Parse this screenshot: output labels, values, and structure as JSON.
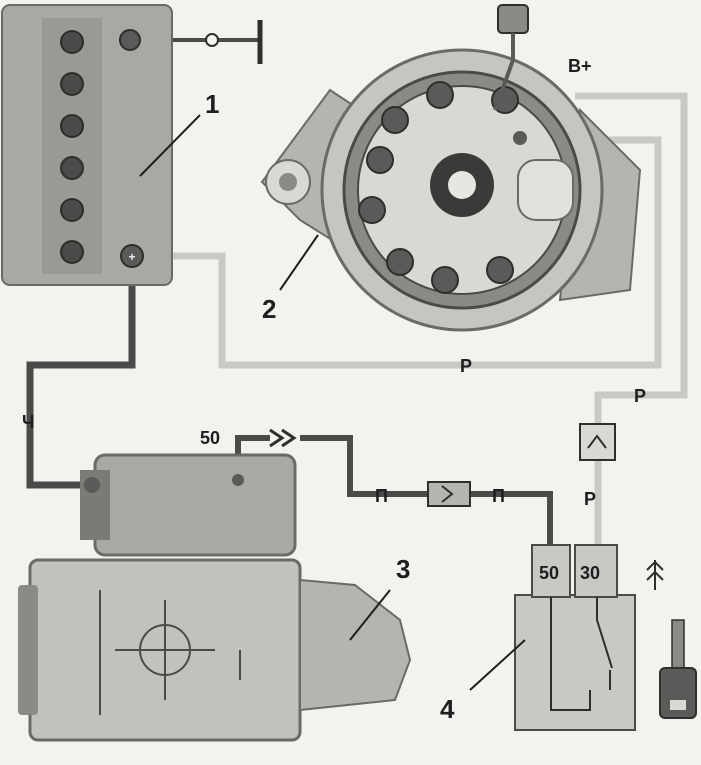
{
  "callouts": {
    "battery": "1",
    "generator": "2",
    "starter": "3",
    "relay": "4"
  },
  "terminals": {
    "generator_output": "В+",
    "starter_control": "50",
    "relay_left": "50",
    "relay_right": "30"
  },
  "wire_colors": {
    "battery_to_starter": "Ч",
    "battery_to_generator": "Р",
    "generator_to_relay": "Р",
    "relay_feed": "Р",
    "control_left": "П",
    "control_right": "П"
  },
  "palette": {
    "background": "#f2f2ef",
    "ink": "#1e1e1e",
    "metal_dark": "#8a8a86",
    "metal_mid": "#b5b5b0",
    "metal_light": "#d9d9d4",
    "wire_dark": "#4a4a48",
    "wire_light": "#c8c8c4"
  },
  "icons": {
    "battery": "battery-icon",
    "generator": "alternator-icon",
    "starter": "starter-motor-icon",
    "relay": "relay-icon",
    "key": "ignition-key-icon",
    "ground": "ground-icon",
    "connector": "connector-icon",
    "relay_symbol": "relay-symbol-icon"
  }
}
